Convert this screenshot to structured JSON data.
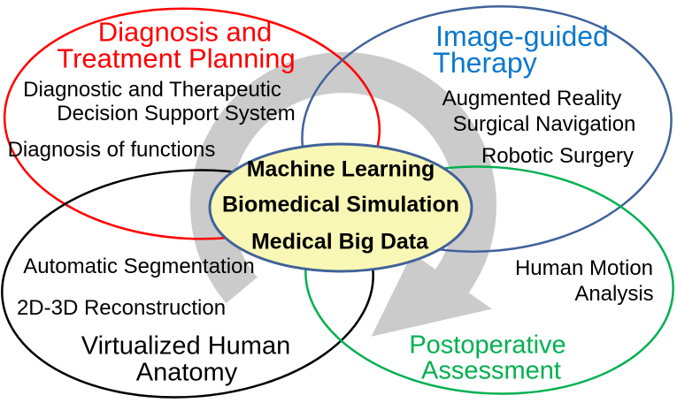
{
  "colors": {
    "arrow": "#CBCBCB",
    "red": "#FF0000",
    "steel_blue": "#40629A",
    "blue_title": "#0B78CE",
    "green": "#00B050",
    "black": "#000000",
    "core_fill": "#F9F7B5",
    "core_outline": "#40629A"
  },
  "regions": {
    "diagnosis": {
      "title": [
        "Diagnosis and",
        "Treatment Planning"
      ],
      "items": [
        "Diagnostic and Therapeutic",
        "Decision Support System",
        "Diagnosis of functions"
      ]
    },
    "therapy": {
      "title": [
        "Image-guided",
        "Therapy"
      ],
      "items": [
        "Augmented Reality",
        "Surgical Navigation",
        "Robotic Surgery"
      ]
    },
    "anatomy": {
      "title": [
        "Virtualized Human",
        "Anatomy"
      ],
      "items": [
        "Automatic Segmentation",
        "2D-3D Reconstruction"
      ]
    },
    "assessment": {
      "title": [
        "Postoperative",
        "Assessment"
      ],
      "items": [
        "Human Motion",
        "Analysis"
      ]
    },
    "core": {
      "items": [
        "Machine Learning",
        "Biomedical Simulation",
        "Medical Big Data"
      ]
    }
  }
}
